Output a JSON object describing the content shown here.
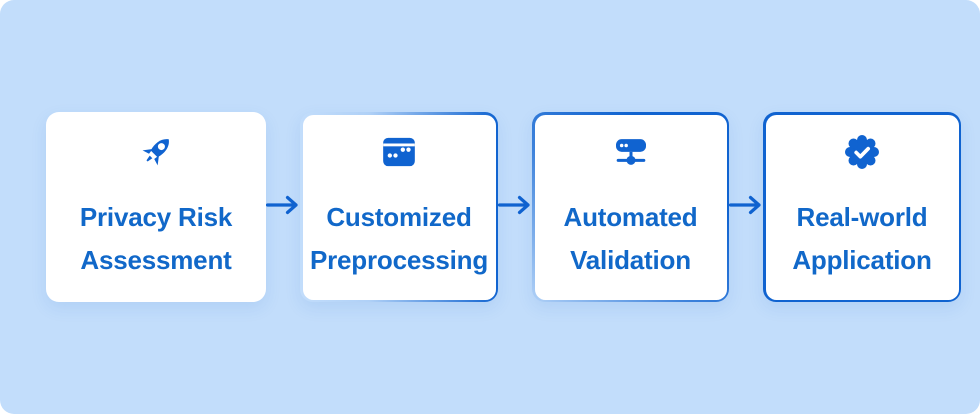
{
  "diagram": {
    "type": "process-flow",
    "colors": {
      "background": "#c2ddfb",
      "card": "#ffffff",
      "accent": "#1063d0",
      "text": "#1168c9"
    },
    "steps": [
      {
        "label": "Privacy Risk\nAssessment",
        "icon": "rocket-icon"
      },
      {
        "label": "Customized\nPreprocessing",
        "icon": "window-dots-icon"
      },
      {
        "label": "Automated\nValidation",
        "icon": "server-network-icon"
      },
      {
        "label": "Real-world\nApplication",
        "icon": "verified-badge-icon"
      }
    ],
    "connector": "right-arrow"
  }
}
